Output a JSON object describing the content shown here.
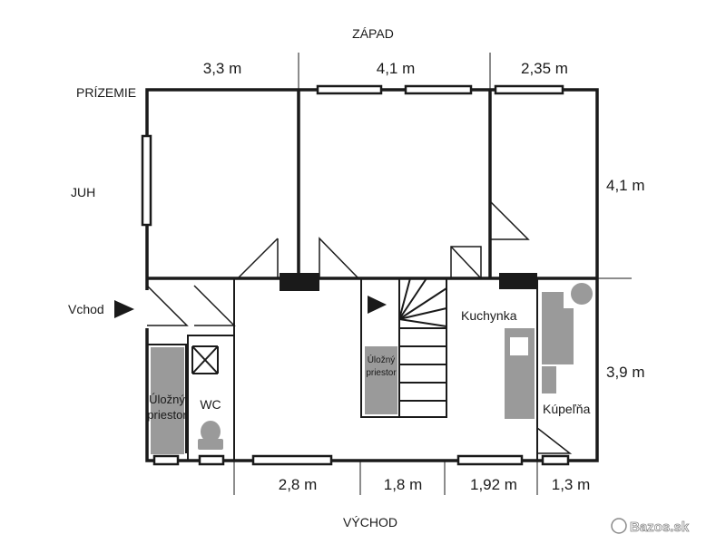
{
  "compass": {
    "north_west": "ZÁPAD",
    "south_east": "VÝCHOD",
    "left": "JUH"
  },
  "floor_label": "PRÍZEMIE",
  "dimensions": {
    "top": [
      "3,3 m",
      "4,1 m",
      "2,35 m"
    ],
    "bottom": [
      "2,8 m",
      "1,8 m",
      "1,92 m",
      "1,3 m"
    ],
    "right": [
      "4,1 m",
      "3,9 m"
    ]
  },
  "rooms": {
    "entrance": "Vchod",
    "storage_left_line1": "Úložný",
    "storage_left_line2": "priestor",
    "wc": "WC",
    "storage_stair_line1": "Úložný",
    "storage_stair_line2": "priestor",
    "kitchenette": "Kuchynka",
    "bathroom": "Kúpeľňa"
  },
  "watermark": "Bazos.sk",
  "colors": {
    "wall": "#1a1a1a",
    "fixture_gray": "#9a9a9a"
  }
}
